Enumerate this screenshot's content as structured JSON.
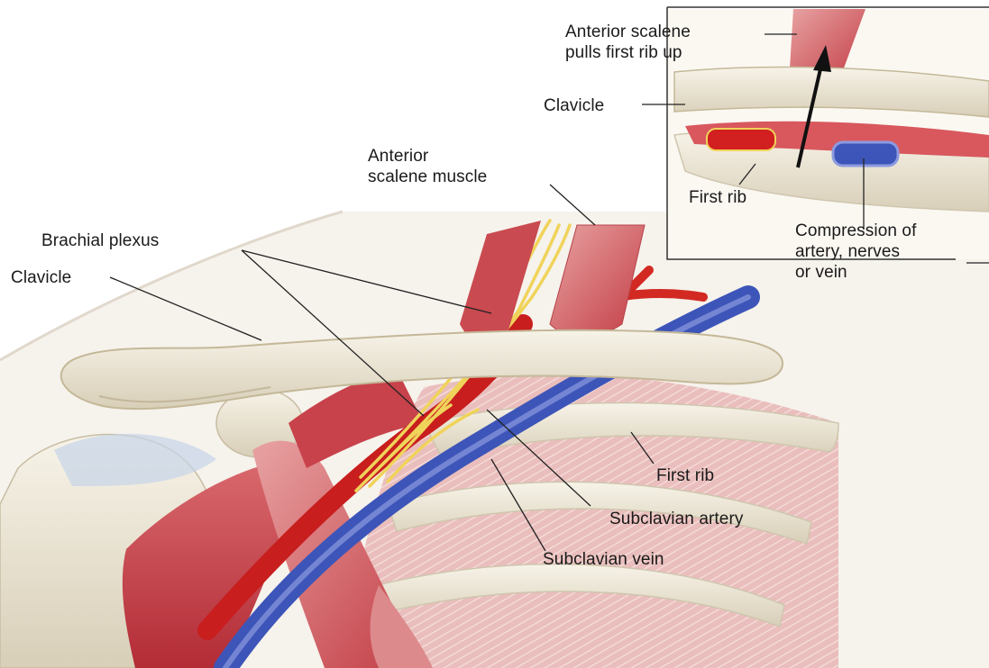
{
  "main_labels": {
    "anterior_scalene_muscle": {
      "line1": "Anterior",
      "line2": "scalene muscle"
    },
    "brachial_plexus": "Brachial plexus",
    "clavicle": "Clavicle",
    "first_rib": "First rib",
    "subclavian_artery": "Subclavian artery",
    "subclavian_vein": "Subclavian vein"
  },
  "inset": {
    "anterior_scalene": {
      "line1": "Anterior scalene",
      "line2": "pulls first rib up"
    },
    "clavicle": "Clavicle",
    "first_rib": "First rib",
    "compression": {
      "line1": "Compression of",
      "line2": "artery, nerves",
      "line3": "or vein"
    }
  },
  "colors": {
    "bone": "#ece6d6",
    "bone_shadow": "#cfc6ae",
    "muscle": "#c94a50",
    "muscle_light": "#e59a9c",
    "artery": "#d21f1f",
    "vein": "#3d55b8",
    "nerve": "#f0d35a",
    "arrow": "#111111"
  }
}
